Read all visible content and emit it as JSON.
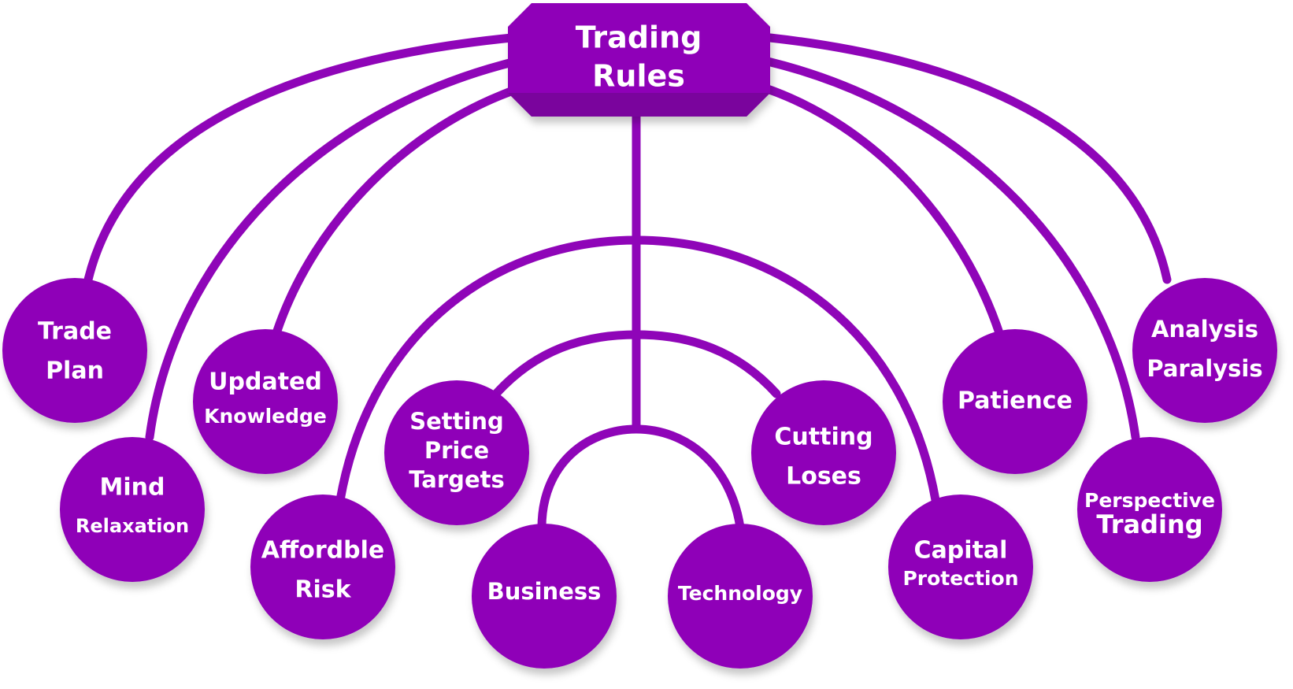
{
  "root": {
    "line1": "Trading",
    "line2": "Rules"
  },
  "nodes": {
    "trade_plan": {
      "line1": "Trade",
      "line2": "Plan"
    },
    "mind_relaxation": {
      "line1": "Mind",
      "line2": "Relaxation"
    },
    "updated_knowledge": {
      "line1": "Updated",
      "line2": "Knowledge"
    },
    "affordable_risk": {
      "line1": "Affordble",
      "line2": "Risk"
    },
    "setting_price_targets": {
      "line1": "Setting",
      "line2": "Price",
      "line3": "Targets"
    },
    "business": {
      "line1": "Business"
    },
    "technology": {
      "line1": "Technology"
    },
    "cutting_loses": {
      "line1": "Cutting",
      "line2": "Loses"
    },
    "capital_protection": {
      "line1": "Capital",
      "line2": "Protection"
    },
    "patience": {
      "line1": "Patience"
    },
    "perspective_trading": {
      "line1": "Perspective",
      "line2": "Trading"
    },
    "analysis_paralysis": {
      "line1": "Analysis",
      "line2": "Paralysis"
    }
  },
  "colors": {
    "node_fill": "#8f05b8",
    "connector": "#8f05b8",
    "text": "#ffffff"
  }
}
